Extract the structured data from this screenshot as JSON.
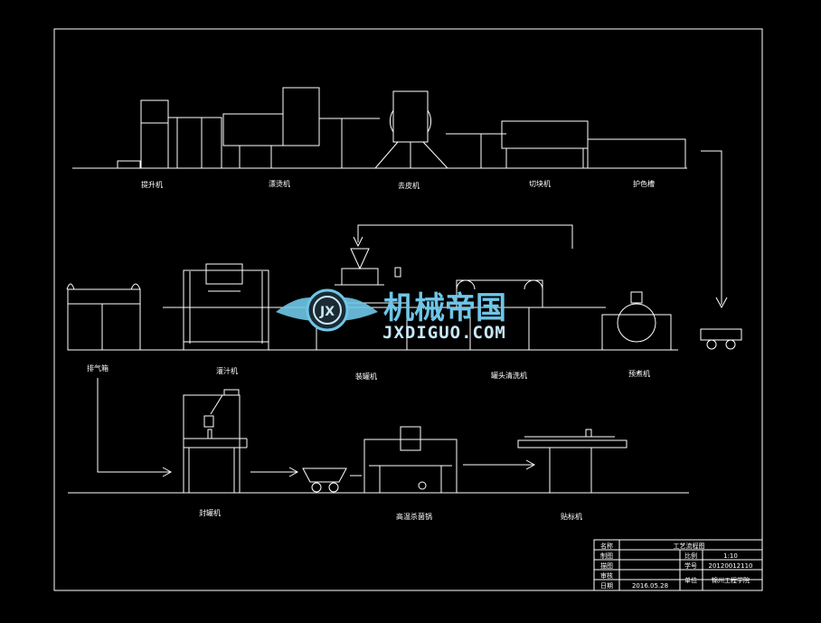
{
  "stage1_labels": [
    "提升机",
    "漂烫机",
    "去皮机",
    "切块机",
    "护色槽"
  ],
  "stage2_labels": [
    "排气箱",
    "灌汁机",
    "装罐机",
    "罐头清洗机",
    "预煮机"
  ],
  "stage3_labels": [
    "封罐机",
    "高温杀菌锅",
    "贴标机"
  ],
  "watermark": {
    "title": "机械帝国",
    "site": "JXDIGUO.COM",
    "badge": "JX"
  },
  "title_block": {
    "name_label": "名称",
    "drawing_title": "工艺流程图",
    "drawn_label": "制图",
    "scale_label": "比例",
    "scale_value": "1:10",
    "traced_label": "描图",
    "student_no_label": "学号",
    "student_no_value": "20120012110",
    "review_label": "审核",
    "unit_label": "单位",
    "unit_value": "锦州工程学院",
    "date_label": "日期",
    "date_value": "2016.05.28"
  },
  "colors": {
    "line": "#ffffff",
    "background": "#000000",
    "watermark": "#6ec6e8"
  }
}
